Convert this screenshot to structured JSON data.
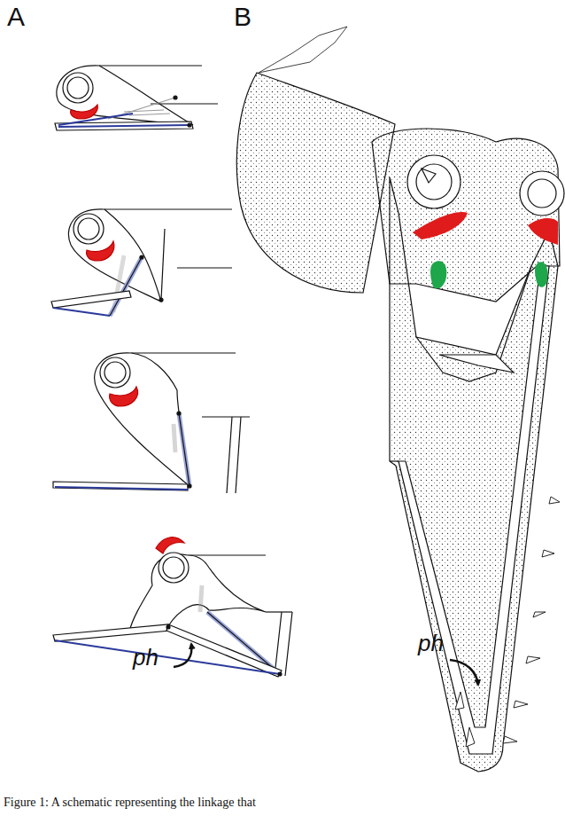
{
  "diagram": {
    "caption": "Figure 1: A schematic representing the linkage that",
    "labels": [
      "A",
      "B",
      "ph",
      "ph"
    ]
  }
}
